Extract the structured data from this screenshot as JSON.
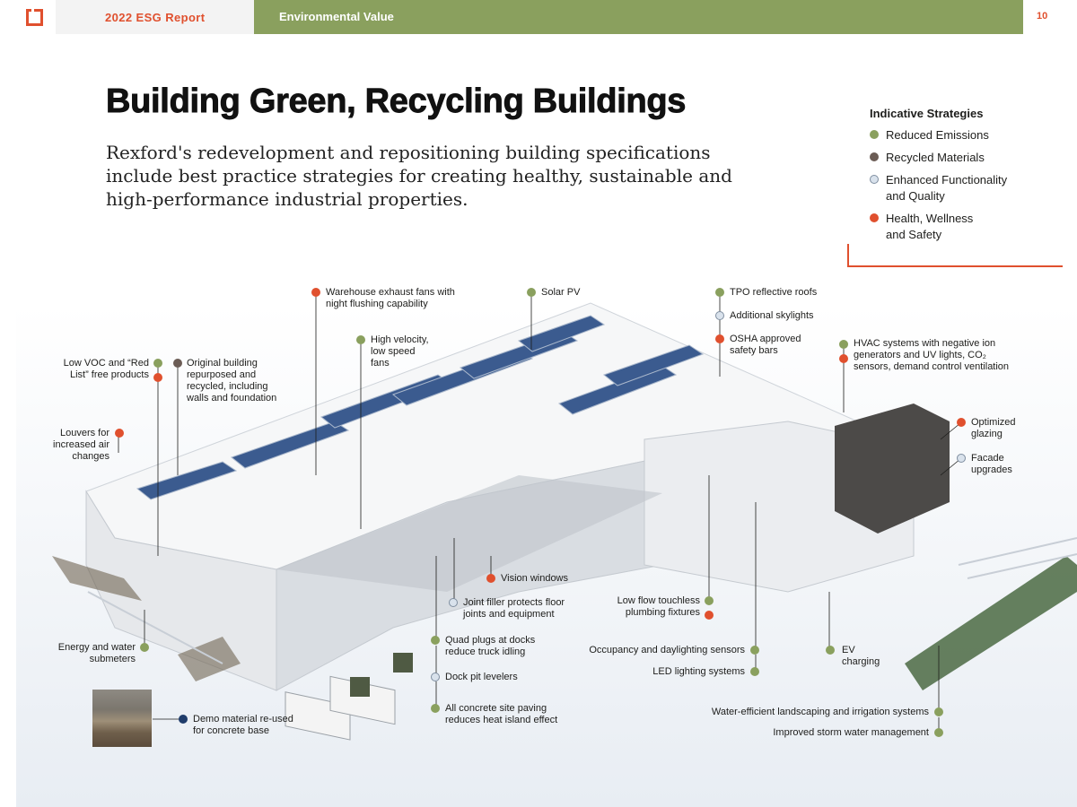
{
  "header": {
    "report_label": "2022 ESG Report",
    "section_label": "Environmental Value",
    "page_number": "10"
  },
  "title": "Building Green, Recycling Buildings",
  "intro": "Rexford's redevelopment and repositioning building specifications include best practice strategies for creating healthy, sustainable and high-performance industrial properties.",
  "legend": {
    "title": "Indicative Strategies",
    "items": [
      {
        "label": "Reduced Emissions",
        "color": "#8aa05e"
      },
      {
        "label": "Recycled Materials",
        "color": "#6b5c55"
      },
      {
        "label": "Enhanced Functionality and Quality",
        "color": "#d9e2ec"
      },
      {
        "label": "Health, Wellness and Safety",
        "color": "#e0502e"
      }
    ]
  },
  "callouts": {
    "warehouse_fans": "Warehouse exhaust fans with night flushing capability",
    "solar_pv": "Solar PV",
    "tpo_roofs": "TPO reflective roofs",
    "skylights": "Additional skylights",
    "osha_bars": "OSHA approved safety bars",
    "hvac": "HVAC systems with negative ion generators and UV lights, CO₂ sensors, demand control ventilation",
    "high_velocity_fans": "High velocity, low speed fans",
    "low_voc": "Low VOC and “Red List” free products",
    "original_building": "Original building repurposed and recycled, including walls and foundation",
    "louvers": "Louvers for increased air changes",
    "optimized_glazing": "Optimized glazing",
    "facade_upgrades": "Facade upgrades",
    "vision_windows": "Vision windows",
    "joint_filler": "Joint filler protects floor joints and equipment",
    "low_flow": "Low flow touchless plumbing fixtures",
    "quad_plugs": "Quad plugs at docks reduce truck idling",
    "dock_pit": "Dock pit levelers",
    "occupancy_sensors": "Occupancy and daylighting sensors",
    "led_lighting": "LED lighting systems",
    "ev_charging": "EV charging",
    "energy_water": "Energy and water submeters",
    "concrete_paving": "All concrete site paving reduces heat island effect",
    "demo_material": "Demo material re-used for concrete base",
    "water_landscaping": "Water-efficient landscaping and irrigation systems",
    "storm_water": "Improved storm water management"
  },
  "colors": {
    "accent_orange": "#e0502e",
    "accent_green": "#8aa05e",
    "recycled_brown": "#6b5c55",
    "functionality_light": "#d9e2ec",
    "demo_navy": "#1f3c6b"
  }
}
